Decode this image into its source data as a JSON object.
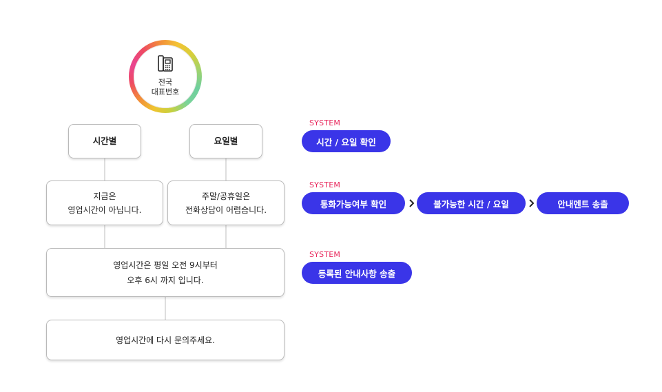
{
  "hub": {
    "icon": "desk-phone-icon",
    "label": "전국\n대표번호"
  },
  "nodes": {
    "by_time": "시간별",
    "by_day": "요일별",
    "now_closed": "지금은\n영업시간이 아닙니다.",
    "weekend_holiday": "주말/공휴일은\n전화상담이 어렵습니다.",
    "hours_info": "영업시간은 평일 오전 9시부터\n오후 6시 까지 입니다.",
    "retry": "영업시간에 다시 문의주세요."
  },
  "system_rows": [
    {
      "label": "SYSTEM",
      "steps": [
        "시간 / 요일 확인"
      ]
    },
    {
      "label": "SYSTEM",
      "steps": [
        "통화가능여부 확인",
        "불가능한 시간 / 요일",
        "안내멘트 송출"
      ]
    },
    {
      "label": "SYSTEM",
      "steps": [
        "등록된 안내사항 송출"
      ]
    }
  ],
  "colors": {
    "system_label": "#e8265b",
    "pill": "#3a35e8",
    "connector": "#bdbdbd"
  }
}
